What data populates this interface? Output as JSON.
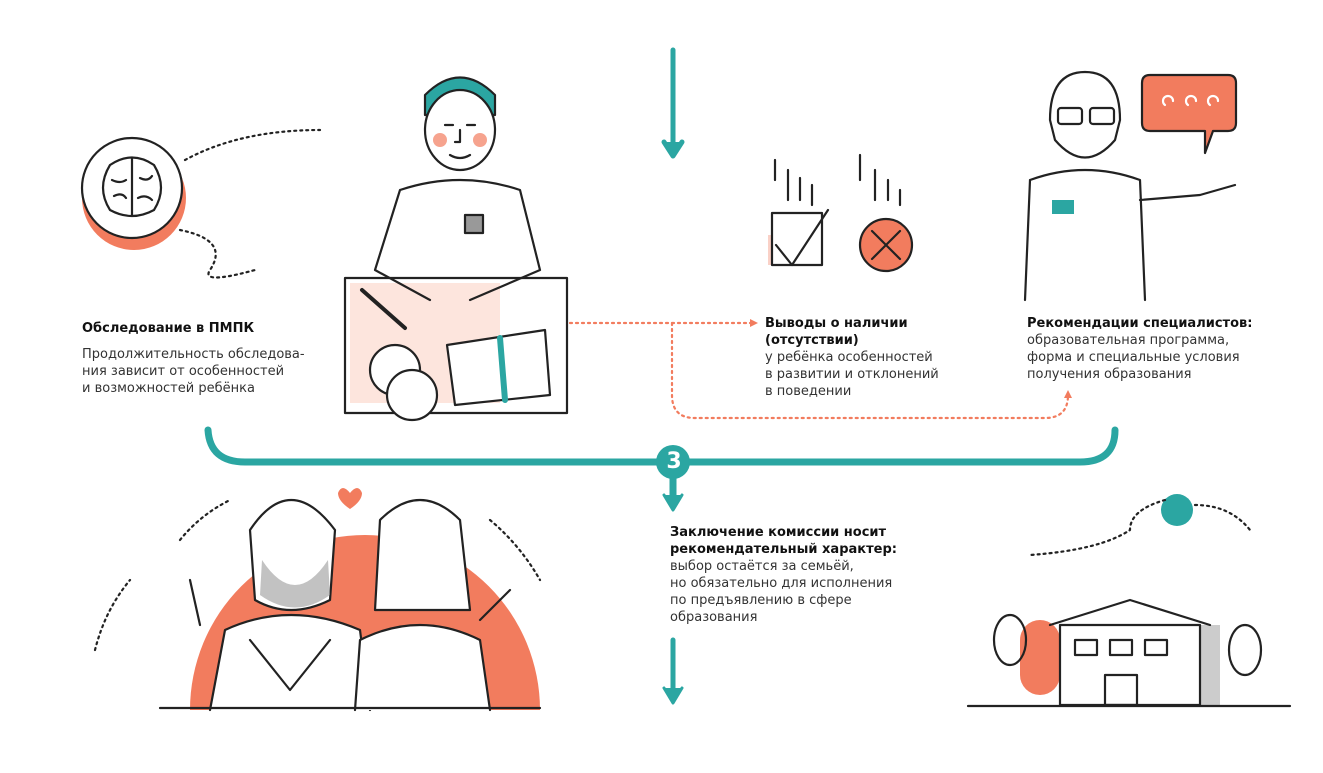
{
  "colors": {
    "teal": "#2ba6a2",
    "orange": "#f27c5e",
    "line": "#222222"
  },
  "step_number": "3",
  "blocks": {
    "exam": {
      "title": "Обследование в ПМПК",
      "lines": [
        "Продолжительность обследова-",
        "ния зависит от особенностей",
        "и возможностей ребёнка"
      ]
    },
    "conclusions": {
      "title_lines": [
        "Выводы о наличии",
        "(отсутствии)"
      ],
      "lines": [
        "у ребёнка особенностей",
        "в развитии и отклонений",
        "в поведении"
      ]
    },
    "recommendations": {
      "title": "Рекомендации специалистов:",
      "lines": [
        "образовательная программа,",
        "форма и специальные условия",
        "получения образования"
      ]
    },
    "verdict": {
      "title_lines": [
        "Заключение комиссии носит",
        "рекомендательный характер:"
      ],
      "lines": [
        "выбор остаётся за семьёй,",
        "но обязательно для исполнения",
        "по предъявлению в сфере",
        "образования"
      ]
    }
  }
}
